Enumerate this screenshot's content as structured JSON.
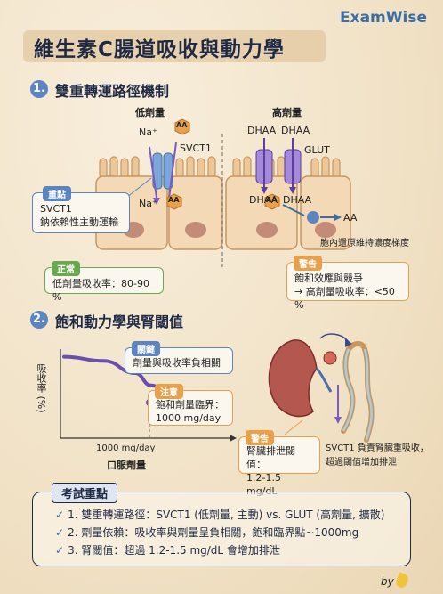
{
  "brand": "ExamWise",
  "title": "維生素C腸道吸收與動力學",
  "section1": {
    "number": "1.",
    "title": "雙重轉運路徑機制",
    "low_dose_label": "低劑量",
    "high_dose_label": "高劑量",
    "na_top": "Na⁺",
    "na_bottom": "Na⁺",
    "aa_top": "AA",
    "aa_bottom": "AA",
    "svct1_label": "SVCT1",
    "dhaa_1": "DHAA",
    "dhaa_2": "DHAA",
    "dhaa_3": "DHAA",
    "dhaa_4": "DHAA",
    "glut_label": "GLUT",
    "aa_right": "AA",
    "reduction_note": "胞內還原維持濃度梯度",
    "key_tag": "重點",
    "key_line1": "SVCT1",
    "key_line2": "鈉依賴性主動運輸",
    "normal_tag": "正常",
    "normal_text": "低劑量吸收率：80-90 %",
    "warn_tag": "警告",
    "warn_line1": "飽和效應與競爭",
    "warn_line2": "→ 高劑量吸收率：<50 %"
  },
  "section2": {
    "number": "2.",
    "title": "飽和動力學與腎閾值",
    "ylabel": "吸收率 (%)",
    "xtick": "1000 mg/day",
    "xlabel": "口服劑量",
    "key_tag": "關鍵",
    "key_text": "劑量與吸收率負相關",
    "note_tag": "注意",
    "note_line1": "飽和劑量臨界：",
    "note_line2": "1000 mg/day",
    "warn_tag": "警告",
    "warn_line1": "腎臟排泄閾值：",
    "warn_line2": "1.2-1.5 mg/dL",
    "kidney_note_line1": "SVCT1 負責腎臟重吸收，",
    "kidney_note_line2": "超過閾值增加排泄"
  },
  "exam": {
    "header": "考試重點",
    "items": [
      "1. 雙重轉運路徑：SVCT1 (低劑量, 主動) vs. GLUT (高劑量, 擴散)",
      "2. 劑量依賴：吸收率與劑量呈負相關，飽和臨界點~1000mg",
      "3. 腎閾值：超過 1.2-1.5 mg/dL 會增加排泄"
    ]
  },
  "signature": "by",
  "chart_data": {
    "type": "line",
    "title": "",
    "xlabel": "口服劑量",
    "ylabel": "吸收率 (%)",
    "x_ticks": [
      "1000 mg/day"
    ],
    "series": [
      {
        "values": [
          [
            0,
            0.95
          ],
          [
            0.25,
            0.9
          ],
          [
            0.45,
            0.75
          ],
          [
            0.55,
            0.6
          ],
          [
            0.7,
            0.42
          ],
          [
            1.0,
            0.3
          ]
        ]
      }
    ]
  },
  "colors": {
    "blue": "#5b84c0",
    "orange": "#e8a04a",
    "green": "#6aa84f",
    "purple": "#7a5bc0",
    "navy": "#1e2a44"
  }
}
